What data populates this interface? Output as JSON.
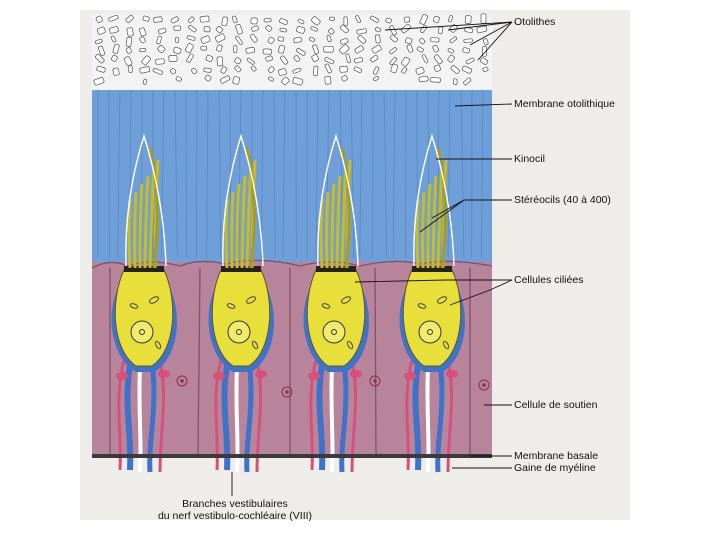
{
  "labels": {
    "otolithes": "Otolithes",
    "membrane_otolithique": "Membrane otolithique",
    "kinocil": "Kinocil",
    "stereocils": "Stéréocils (40 à 400)",
    "cellules_ciliees": "Cellules ciliées",
    "cellule_soutien": "Cellule de soutien",
    "membrane_basale": "Membrane basale",
    "gaine_myeline": "Gaine de myéline",
    "branches_line1": "Branches vestibulaires",
    "branches_line2": "du nerf vestibulo-cochléaire (VIII)"
  },
  "colors": {
    "otolith_layer": "#f4f4f4",
    "membrane": "#6f9fd8",
    "support_cells": "#b7849b",
    "hair_cell": "#e9df3a",
    "nerve_blue": "#3f73c9",
    "nerve_pink": "#d8507a",
    "basal": "#3a3a3a"
  }
}
